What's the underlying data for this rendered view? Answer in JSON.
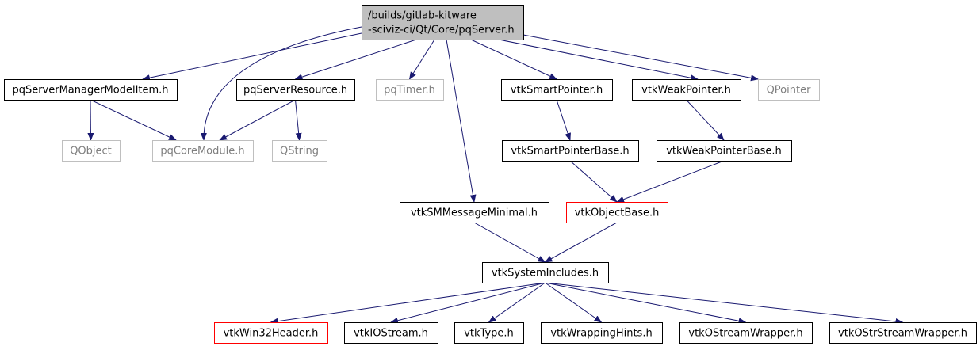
{
  "graph": {
    "nodes": [
      {
        "id": "root",
        "lines": [
          "/builds/gitlab-kitware",
          "-sciviz-ci/Qt/Core/pqServer.h"
        ],
        "style": "root"
      },
      {
        "id": "pqServerManagerModelItem",
        "lines": [
          "pqServerManagerModelItem.h"
        ],
        "style": "normal"
      },
      {
        "id": "pqServerResource",
        "lines": [
          "pqServerResource.h"
        ],
        "style": "normal"
      },
      {
        "id": "pqTimer",
        "lines": [
          "pqTimer.h"
        ],
        "style": "external"
      },
      {
        "id": "vtkSmartPointer",
        "lines": [
          "vtkSmartPointer.h"
        ],
        "style": "normal"
      },
      {
        "id": "vtkWeakPointer",
        "lines": [
          "vtkWeakPointer.h"
        ],
        "style": "normal"
      },
      {
        "id": "QPointer",
        "lines": [
          "QPointer"
        ],
        "style": "external"
      },
      {
        "id": "QObject",
        "lines": [
          "QObject"
        ],
        "style": "external"
      },
      {
        "id": "pqCoreModule",
        "lines": [
          "pqCoreModule.h"
        ],
        "style": "external"
      },
      {
        "id": "QString",
        "lines": [
          "QString"
        ],
        "style": "external"
      },
      {
        "id": "vtkSmartPointerBase",
        "lines": [
          "vtkSmartPointerBase.h"
        ],
        "style": "normal"
      },
      {
        "id": "vtkWeakPointerBase",
        "lines": [
          "vtkWeakPointerBase.h"
        ],
        "style": "normal"
      },
      {
        "id": "vtkSMMessageMinimal",
        "lines": [
          "vtkSMMessageMinimal.h"
        ],
        "style": "normal"
      },
      {
        "id": "vtkObjectBase",
        "lines": [
          "vtkObjectBase.h"
        ],
        "style": "truncated"
      },
      {
        "id": "vtkSystemIncludes",
        "lines": [
          "vtkSystemIncludes.h"
        ],
        "style": "normal"
      },
      {
        "id": "vtkWin32Header",
        "lines": [
          "vtkWin32Header.h"
        ],
        "style": "truncated"
      },
      {
        "id": "vtkIOStream",
        "lines": [
          "vtkIOStream.h"
        ],
        "style": "normal"
      },
      {
        "id": "vtkType",
        "lines": [
          "vtkType.h"
        ],
        "style": "normal"
      },
      {
        "id": "vtkWrappingHints",
        "lines": [
          "vtkWrappingHints.h"
        ],
        "style": "normal"
      },
      {
        "id": "vtkOStreamWrapper",
        "lines": [
          "vtkOStreamWrapper.h"
        ],
        "style": "normal"
      },
      {
        "id": "vtkOStrStreamWrapper",
        "lines": [
          "vtkOStrStreamWrapper.h"
        ],
        "style": "normal"
      }
    ],
    "edges": [
      {
        "from": "root",
        "to": "pqServerManagerModelItem"
      },
      {
        "from": "root",
        "to": "pqCoreModule"
      },
      {
        "from": "root",
        "to": "pqServerResource"
      },
      {
        "from": "root",
        "to": "pqTimer"
      },
      {
        "from": "root",
        "to": "vtkSMMessageMinimal"
      },
      {
        "from": "root",
        "to": "vtkSmartPointer"
      },
      {
        "from": "root",
        "to": "vtkWeakPointer"
      },
      {
        "from": "root",
        "to": "QPointer"
      },
      {
        "from": "pqServerManagerModelItem",
        "to": "QObject"
      },
      {
        "from": "pqServerManagerModelItem",
        "to": "pqCoreModule"
      },
      {
        "from": "pqServerResource",
        "to": "pqCoreModule"
      },
      {
        "from": "pqServerResource",
        "to": "QString"
      },
      {
        "from": "vtkSmartPointer",
        "to": "vtkSmartPointerBase"
      },
      {
        "from": "vtkWeakPointer",
        "to": "vtkWeakPointerBase"
      },
      {
        "from": "vtkSmartPointerBase",
        "to": "vtkObjectBase"
      },
      {
        "from": "vtkWeakPointerBase",
        "to": "vtkObjectBase"
      },
      {
        "from": "vtkSMMessageMinimal",
        "to": "vtkSystemIncludes"
      },
      {
        "from": "vtkObjectBase",
        "to": "vtkSystemIncludes"
      },
      {
        "from": "vtkSystemIncludes",
        "to": "vtkWin32Header"
      },
      {
        "from": "vtkSystemIncludes",
        "to": "vtkIOStream"
      },
      {
        "from": "vtkSystemIncludes",
        "to": "vtkType"
      },
      {
        "from": "vtkSystemIncludes",
        "to": "vtkWrappingHints"
      },
      {
        "from": "vtkSystemIncludes",
        "to": "vtkOStreamWrapper"
      },
      {
        "from": "vtkSystemIncludes",
        "to": "vtkOStrStreamWrapper"
      }
    ]
  },
  "colors": {
    "edge": "#191970",
    "normal_border": "#000000",
    "external_border": "#bfbfbf",
    "truncated_border": "#ff0000",
    "root_fill": "#bfbfbf",
    "node_fill": "#ffffff",
    "external_text": "#7f7f7f"
  }
}
